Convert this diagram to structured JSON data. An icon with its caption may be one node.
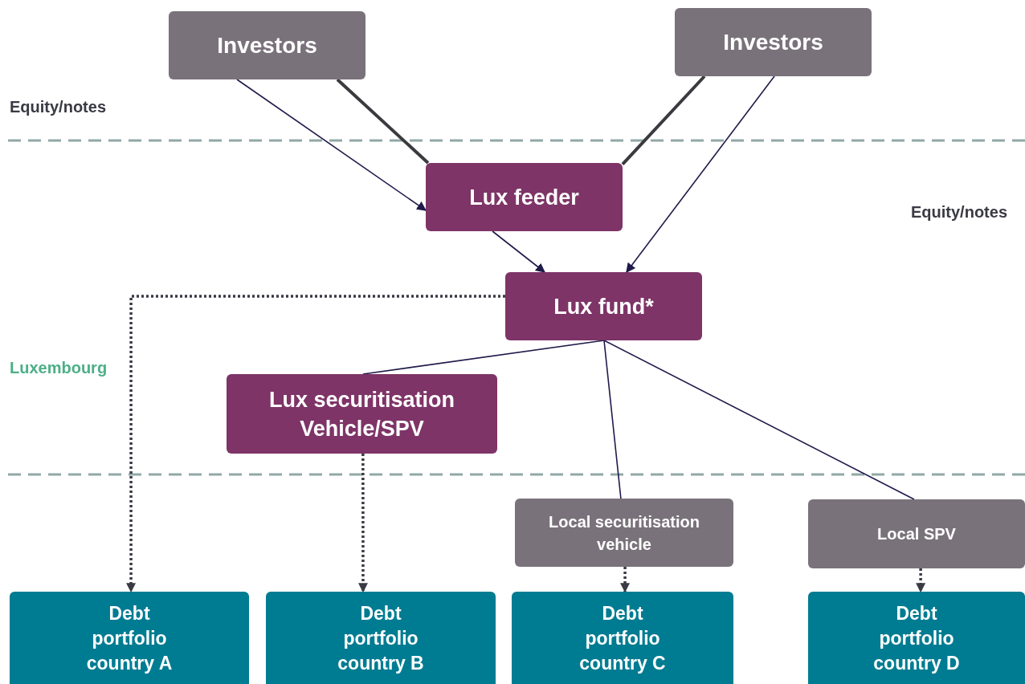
{
  "diagram": {
    "nodes": [
      {
        "text": [
          "Investors"
        ]
      },
      {
        "text": [
          "Investors"
        ]
      },
      {
        "text": [
          "Lux feeder"
        ]
      },
      {
        "text": [
          "Lux fund*"
        ]
      },
      {
        "text": [
          "Lux securitisation Vehicle/SPV"
        ]
      },
      {
        "text": [
          "Local securitisation vehicle"
        ]
      },
      {
        "text": [
          "Local SPV"
        ]
      },
      {
        "text": [
          "Debt portfolio country A"
        ]
      },
      {
        "text": [
          "Debt portfolio country B"
        ]
      },
      {
        "text": [
          "Debt portfolio country C"
        ]
      },
      {
        "text": [
          "Debt portfolio country D"
        ]
      }
    ],
    "edges": [
      {
        "from": 0,
        "to": 2,
        "arrow": "to"
      },
      {
        "from": 0,
        "to": 2,
        "arrow": "none",
        "style": "thick",
        "color": "#3a3a3f"
      },
      {
        "from": 1,
        "to": 2,
        "arrow": "none",
        "style": "thick",
        "color": "#3a3a3f"
      },
      {
        "from": 1,
        "to": 3,
        "arrow": "to"
      },
      {
        "from": 2,
        "to": 3,
        "arrow": "to"
      },
      {
        "from": 3,
        "to": 4,
        "arrow": "none"
      },
      {
        "from": 3,
        "to": 5,
        "arrow": "none"
      },
      {
        "from": 3,
        "to": 6,
        "arrow": "none"
      },
      {
        "from": 3,
        "to": 7,
        "arrow": "to",
        "style": "dashed",
        "color": "#3a3a44"
      },
      {
        "from": 4,
        "to": 8,
        "arrow": "to",
        "style": "dashed",
        "color": "#3a3a44"
      },
      {
        "from": 5,
        "to": 9,
        "arrow": "to",
        "style": "dashed",
        "color": "#3a3a44"
      },
      {
        "from": 6,
        "to": 10,
        "arrow": "to",
        "style": "dashed",
        "color": "#3a3a44"
      }
    ],
    "labels": [
      "Equity/notes",
      "Equity/notes",
      "Luxembourg"
    ]
  }
}
